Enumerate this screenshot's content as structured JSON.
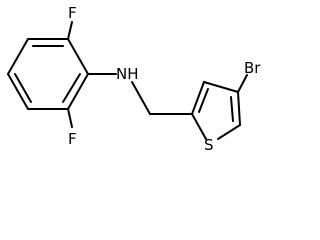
{
  "molecule": {
    "atoms": {
      "fluorine_top": "F",
      "fluorine_bottom": "F",
      "amine": "NH",
      "sulfur": "S",
      "bromine": "Br"
    },
    "colors": {
      "bond": "#000000",
      "label": "#000000",
      "background": "#ffffff"
    }
  }
}
